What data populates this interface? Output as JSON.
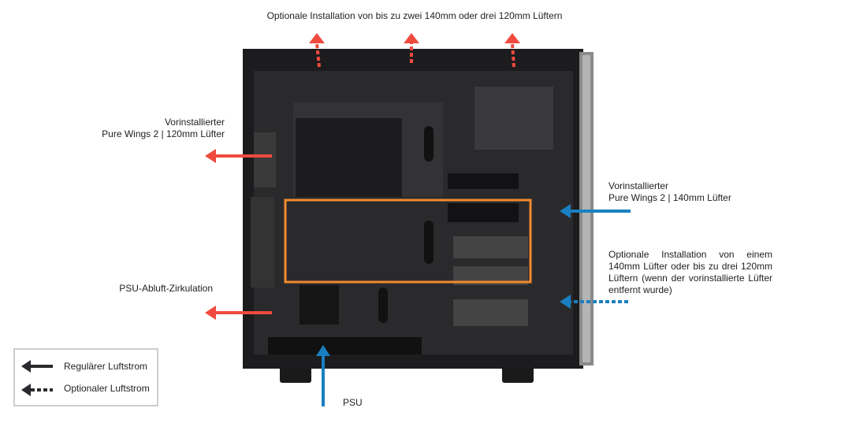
{
  "colors": {
    "exhaust": "#f04a3e",
    "intake": "#1a7fc0",
    "highlight": "#f28a2e",
    "legend_arrow": "#2a2a2e"
  },
  "labels": {
    "top": "Optionale Installation von bis zu zwei 140mm oder drei 120mm Lüftern",
    "rear_fan_line1": "Vorinstallierter",
    "rear_fan_line2": "Pure Wings 2 | 120mm Lüfter",
    "psu_exhaust": "PSU-Abluft-Zirkulation",
    "front_fan_line1": "Vorinstallierter",
    "front_fan_line2": "Pure Wings 2 | 140mm Lüfter",
    "front_optional": "Optionale Installation von einem 140mm Lüfter oder bis zu drei 120mm Lüftern (wenn der vorinstallierte Lüfter entfernt wurde)",
    "psu": "PSU"
  },
  "legend": {
    "regular": "Regulärer Luftstrom",
    "optional": "Optionaler Luftstrom"
  }
}
